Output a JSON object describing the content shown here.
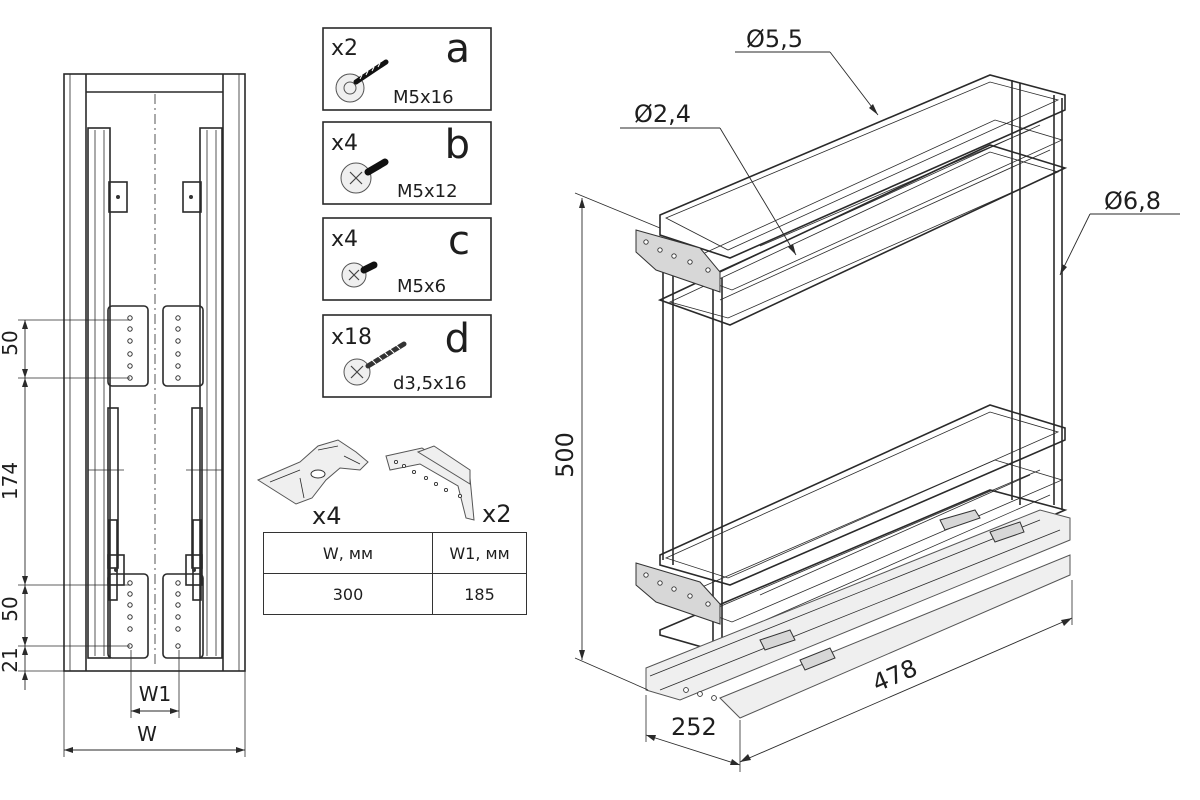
{
  "fasteners": [
    {
      "qty": "x2",
      "letter": "a",
      "size": "M5x16"
    },
    {
      "qty": "x4",
      "letter": "b",
      "size": "M5x12"
    },
    {
      "qty": "x4",
      "letter": "c",
      "size": "M5x6"
    },
    {
      "qty": "x18",
      "letter": "d",
      "size": "d3,5x16"
    }
  ],
  "brackets": [
    {
      "qty": "x4"
    },
    {
      "qty": "x2"
    }
  ],
  "spec_table": {
    "headers": [
      "W, мм",
      "W1, мм"
    ],
    "rows": [
      [
        "300",
        "185"
      ]
    ]
  },
  "front_view_dims": {
    "vertical": [
      "50",
      "174",
      "50",
      "21"
    ],
    "w1": "W1",
    "w": "W"
  },
  "iso_dims": {
    "d_top": "Ø5,5",
    "d_mid": "Ø2,4",
    "d_right": "Ø6,8",
    "height": "500",
    "depth": "478",
    "width": "252"
  }
}
